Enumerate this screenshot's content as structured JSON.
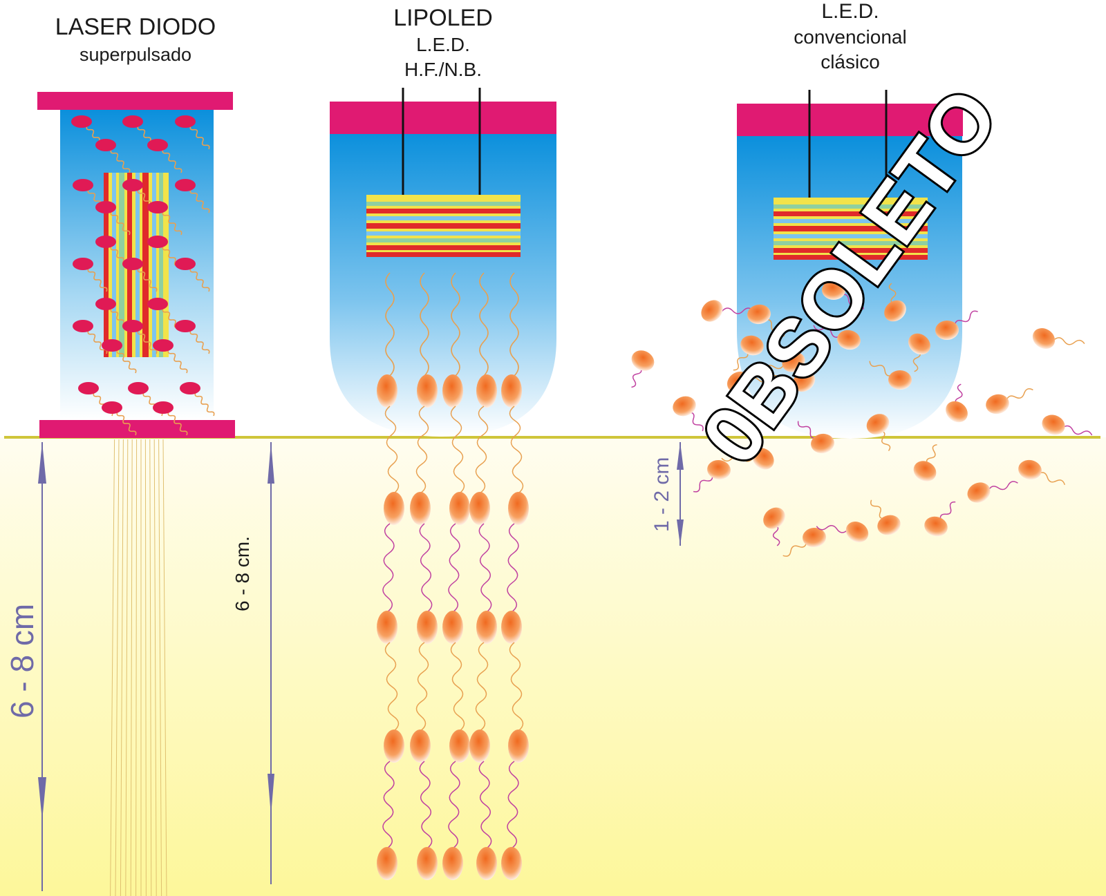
{
  "devices": [
    {
      "id": "laser",
      "title": "LASER DIODO",
      "subtitle": "superpulsado"
    },
    {
      "id": "lipoled",
      "title": "LIPOLED",
      "line2": "L.E.D.",
      "line3": "H.F./N.B."
    },
    {
      "id": "led",
      "title": "L.E.D.",
      "line2": "convencional",
      "line3": "clásico"
    }
  ],
  "depth_labels": {
    "laser_left": "6 - 8 cm",
    "laser_right": "6 - 8 cm.",
    "led": "1 - 2 cm"
  },
  "stamp": "0BSOLETO",
  "colors": {
    "cap": "#e01a72",
    "probe_top": "#0a8fdc",
    "skin_top": "#fffbe0",
    "skin_bottom": "#fdf79a",
    "skin_line": "#d9cf4a",
    "particle_red": "#e01a55",
    "particle_orange": "#f08a3a",
    "dimension": "#6f6aa8"
  },
  "icons": [
    "diode-icon",
    "led-chip-icon",
    "photon-icon"
  ]
}
